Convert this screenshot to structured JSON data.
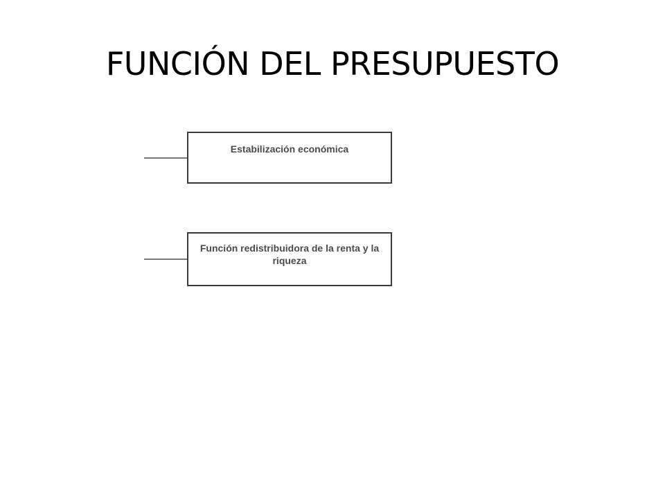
{
  "slide": {
    "title": "FUNCIÓN DEL PRESUPUESTO"
  },
  "diagram": {
    "boxes": [
      {
        "label": "Estabilización económica"
      },
      {
        "label": "Función redistribuidora de la renta y la riqueza"
      }
    ],
    "colors": {
      "border": "#3a3a3a",
      "connector": "#7a7a7a",
      "text": "#4a4a4a"
    }
  }
}
